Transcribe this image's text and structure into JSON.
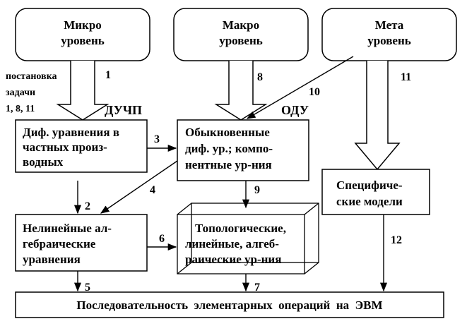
{
  "levels": {
    "micro": [
      "Микро",
      "уровень"
    ],
    "macro": [
      "Макро",
      "уровень"
    ],
    "meta": [
      "Мета",
      "уровень"
    ]
  },
  "task_setting": [
    "постановка",
    "задачи",
    "1, 8, 11"
  ],
  "labels": {
    "duchp": "ДУЧП",
    "odu": "ОДУ"
  },
  "boxes": {
    "pde": [
      "Диф. уравнения в",
      "частных произ-",
      "водных"
    ],
    "ode": [
      "Обыкновенные",
      "диф. ур.; компо-",
      "нентные ур-ния"
    ],
    "nonlin": [
      "Нелинейные ал-",
      "гебраические",
      "уравнения"
    ],
    "topo": [
      "Топологические,",
      "линейные, алгеб-",
      "раические ур-ния"
    ],
    "spec": [
      "Специфиче-",
      "ские модели"
    ],
    "seq": "Последовательность  элементарных  операций  на  ЭВМ"
  },
  "arrow_numbers": [
    "1",
    "2",
    "3",
    "4",
    "5",
    "6",
    "7",
    "8",
    "9",
    "10",
    "11",
    "12"
  ]
}
